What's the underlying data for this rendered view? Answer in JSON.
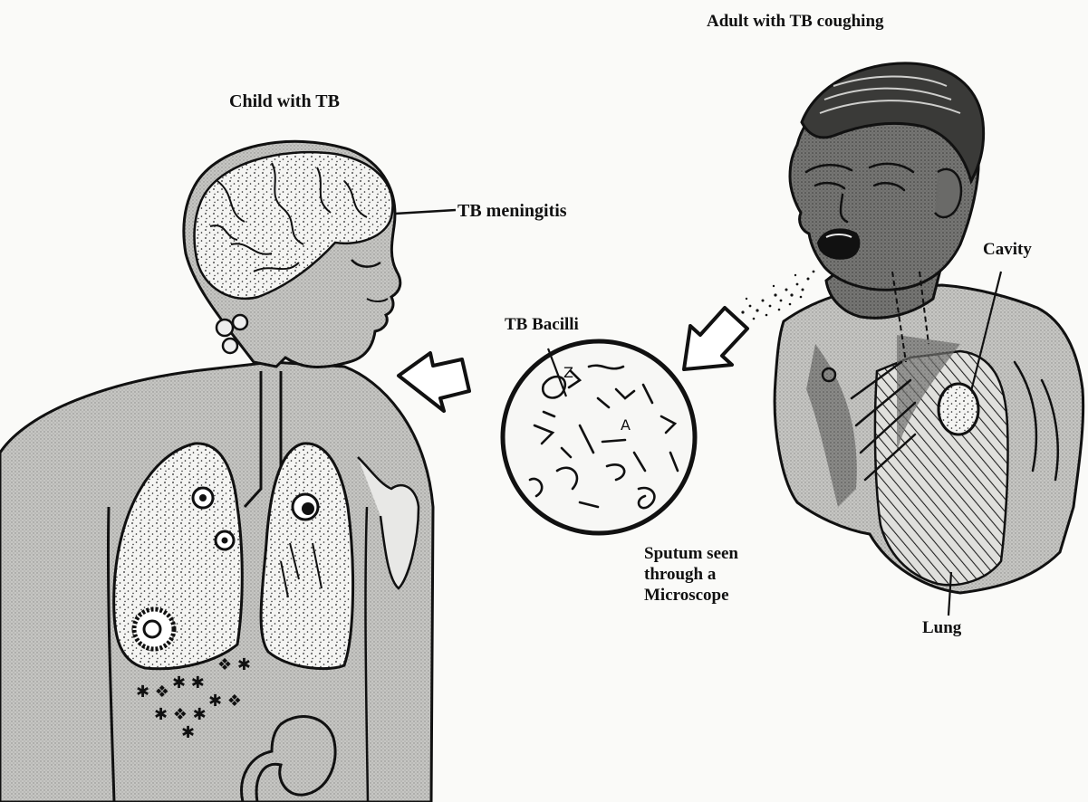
{
  "labels": {
    "adult": "Adult with TB coughing",
    "child": "Child with TB",
    "meningitis": "TB meningitis",
    "bacilli": "TB Bacilli",
    "cavity": "Cavity",
    "sputum_line1": "Sputum seen",
    "sputum_line2": "through a",
    "sputum_line3": "Microscope",
    "lung": "Lung"
  },
  "colors": {
    "ink": "#111111",
    "body_shading": "#bdbdbd",
    "dark_shading": "#6e6e6e",
    "paper": "#fafaf8"
  }
}
